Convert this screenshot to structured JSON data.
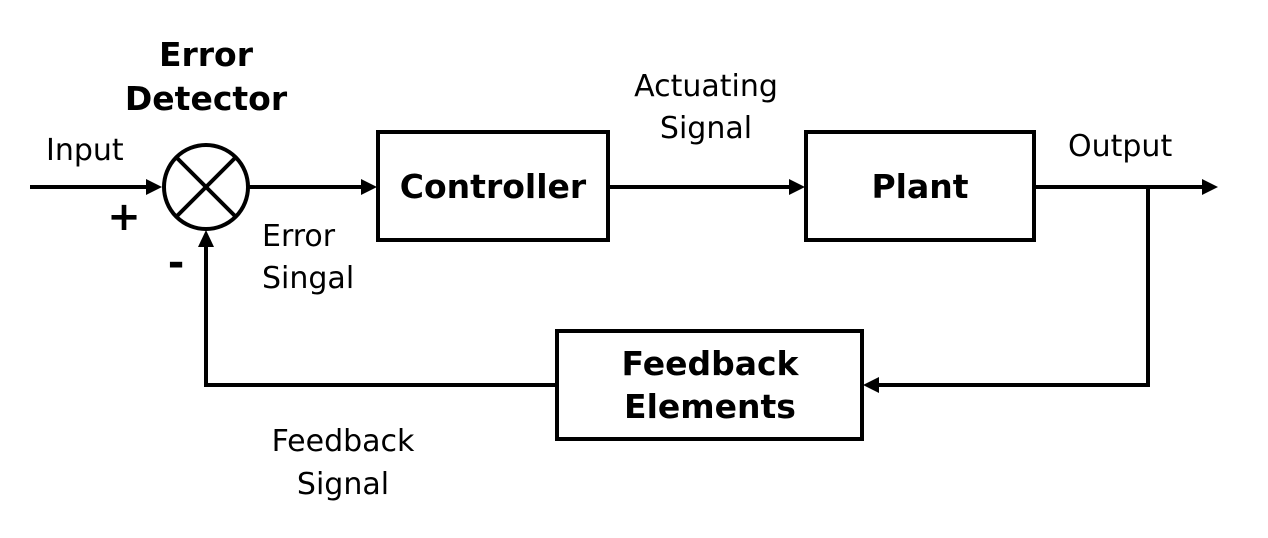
{
  "error_detector": {
    "title_line1": "Error",
    "title_line2": "Detector"
  },
  "blocks": {
    "controller": "Controller",
    "plant": "Plant",
    "feedback_line1": "Feedback",
    "feedback_line2": "Elements"
  },
  "signals": {
    "input": "Input",
    "output": "Output",
    "actuating_line1": "Actuating",
    "actuating_line2": "Signal",
    "error_line1": "Error",
    "error_line2": "Singal",
    "feedback_line1": "Feedback",
    "feedback_line2": "Signal"
  },
  "summing_signs": {
    "plus": "+",
    "minus": "-"
  },
  "colors": {
    "ink": "#000000",
    "background": "#ffffff"
  }
}
